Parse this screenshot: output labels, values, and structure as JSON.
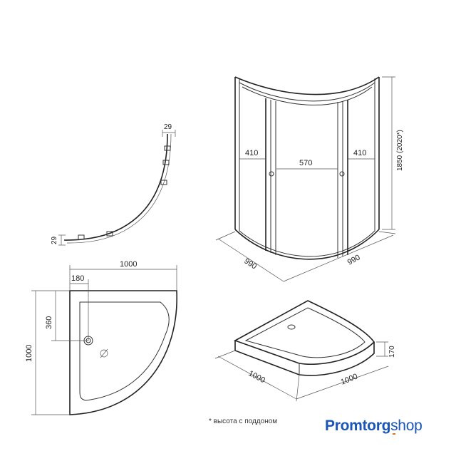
{
  "profile": {
    "top_label": "29",
    "left_label": "29"
  },
  "cabin": {
    "side_left": "410",
    "center": "570",
    "side_right": "410",
    "height": "1850 (2020*)",
    "depth_left": "990",
    "depth_right": "990"
  },
  "tray_plan": {
    "width": "1000",
    "offset_x": "180",
    "offset_y": "360",
    "height": "1000"
  },
  "tray_3d": {
    "depth_left": "1000",
    "depth_right": "1000",
    "height": "170"
  },
  "footnote": "* высота с поддоном",
  "logo": {
    "part1": "Promtorg",
    "part2": "shop",
    "accent_color": "#e8731c",
    "brand_color": "#1a56b8"
  }
}
